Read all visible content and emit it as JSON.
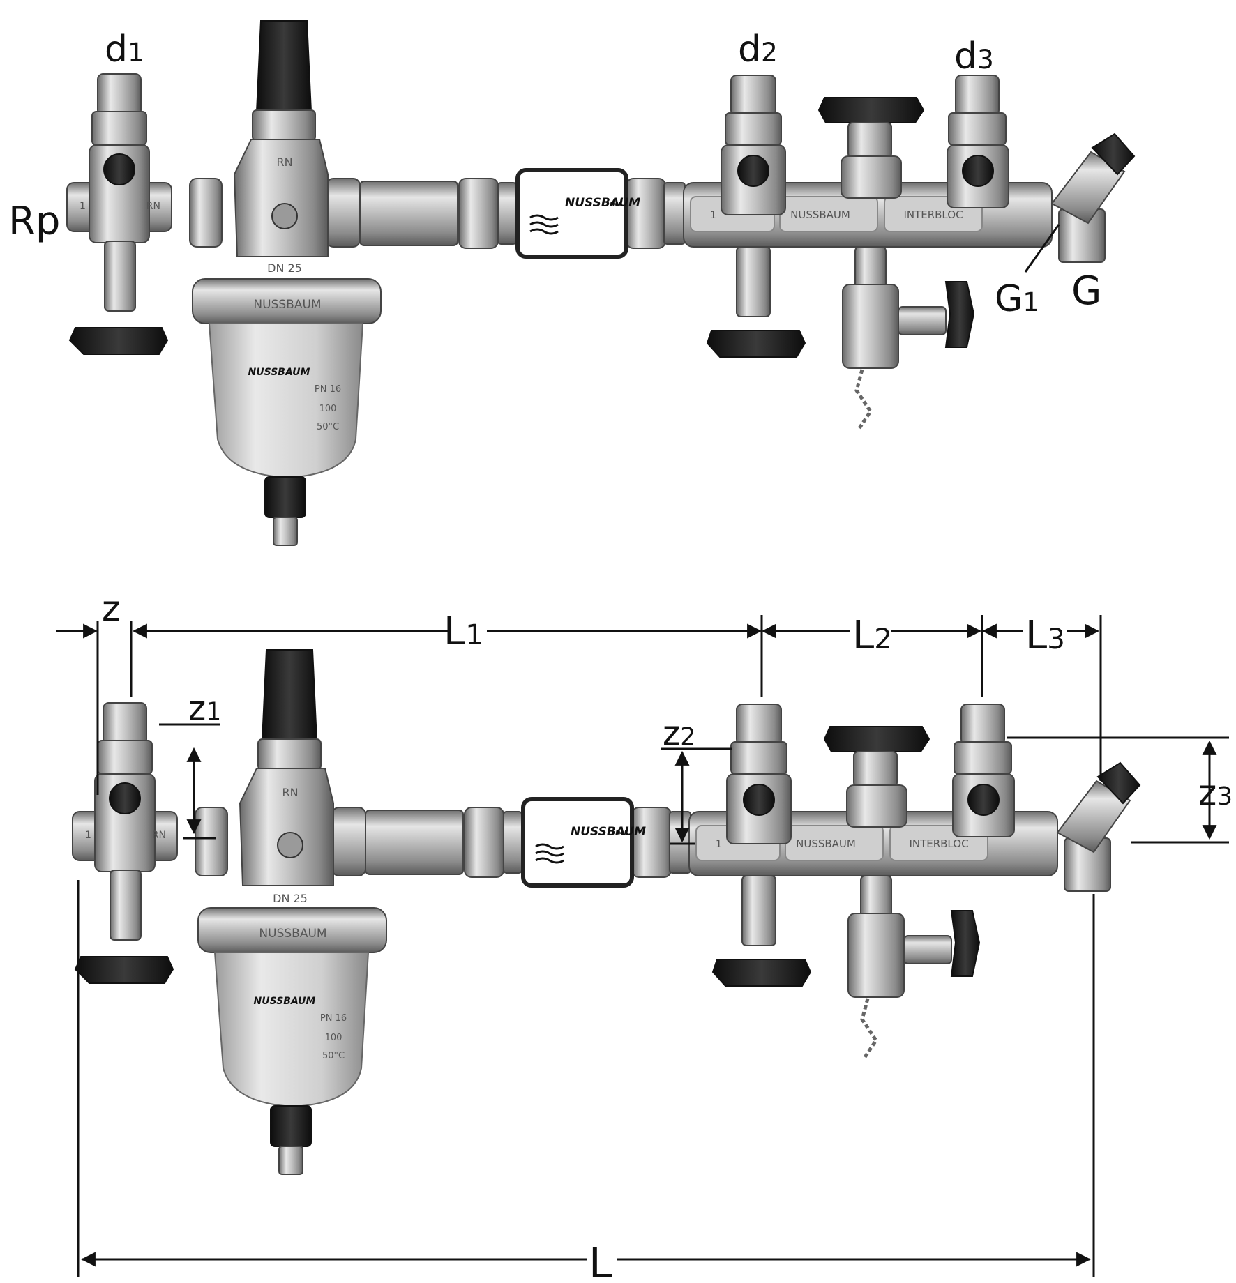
{
  "labels": {
    "top": {
      "d1": "d1",
      "d2": "d2",
      "d3": "d3",
      "rp": "Rp",
      "g1": "G1",
      "g": "G"
    },
    "dims": {
      "z": "z",
      "l1": "L1",
      "l2": "L2",
      "l3": "L3",
      "l": "L",
      "z1": "z1",
      "z2": "z2",
      "z3": "z3"
    }
  },
  "product": {
    "logo": "NUSSBAUM",
    "logo_suffix": "RN",
    "filter_brand": "NUSSBAUM",
    "filter_bowl_brand": "NUSSBAUM",
    "manifold_brand": "NUSSBAUM",
    "manifold_name": "INTERBLOC",
    "valve_mark": "RN",
    "dn": "DN 25",
    "pn": "PN 16",
    "mesh": "100",
    "temp": "50°C",
    "flow_num": "1"
  },
  "colors": {
    "metal": "#b8b8b8",
    "dark": "#1e1e1e",
    "glass": "#d0d0d0",
    "line": "#111111"
  }
}
